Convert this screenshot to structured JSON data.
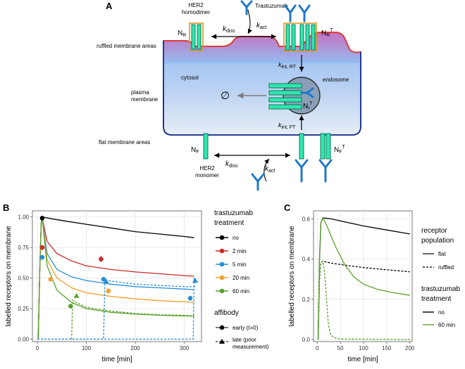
{
  "panel_a": {
    "panel_label": "A",
    "labels": {
      "trastuzumab": "Trastuzumab",
      "homodimer_line1": "HER2",
      "homodimer_line2": "homodimer",
      "ruffled_areas": "ruffled membrane areas",
      "cytosol": "cytosol",
      "plasma_line1": "plasma",
      "plasma_line2": "membrane",
      "endosome": "endosome",
      "flat_areas": "flat membrane areas",
      "monomer_line1": "HER2",
      "monomer_line2": "monomer",
      "degradation": "∅"
    },
    "species": {
      "NR": {
        "base": "N",
        "sub": "R",
        "sup": ""
      },
      "NRT": {
        "base": "N",
        "sub": "R",
        "sup": "T"
      },
      "NIT": {
        "base": "N",
        "sub": "I",
        "sup": "T"
      },
      "NF": {
        "base": "N",
        "sub": "F",
        "sup": ""
      },
      "NFT": {
        "base": "N",
        "sub": "F",
        "sup": "T"
      }
    },
    "rates": {
      "kdiss_top": {
        "base": "k",
        "sub": "diss"
      },
      "kact_top": {
        "base": "k",
        "sub": "act"
      },
      "kint_rt": {
        "base": "k",
        "sub": "int, RT"
      },
      "kint_ft": {
        "base": "k",
        "sub": "int, FT"
      },
      "kdiss_bottom": {
        "base": "k",
        "sub": "diss"
      },
      "kact_bottom": {
        "base": "k",
        "sub": "act"
      }
    },
    "colors": {
      "receptor_fill": "#2ee6b0",
      "receptor_stroke": "#0f7a55",
      "dimer_outline": "#d49a2a",
      "antibody": "#1f78c8",
      "cell_top": "#9fc4f2",
      "cell_bottom": "#dfe9f7",
      "cell_outline": "#1e2f8c",
      "ruffle_outline": "#e03a3a",
      "ruffle_fill": "#c46fc8"
    }
  },
  "panel_b": {
    "panel_label": "B",
    "chart_data": {
      "type": "line",
      "xlabel": "time [min]",
      "ylabel": "labelled receptors on membrane",
      "xlim": [
        -10,
        335
      ],
      "ylim": [
        -0.02,
        1.05
      ],
      "xticks": [
        0,
        100,
        200,
        300
      ],
      "yticks": [
        0.0,
        0.25,
        0.5,
        0.75,
        1.0
      ],
      "ytick_labels": [
        "0.00",
        "0.25",
        "0.50",
        "0.75",
        "1.00"
      ],
      "series": [
        {
          "name": "no",
          "color": "#000000",
          "x": [
            2,
            5,
            8,
            10,
            30,
            60,
            100,
            150,
            200,
            250,
            300,
            320
          ],
          "y": [
            0.0,
            0.55,
            0.95,
            1.0,
            0.985,
            0.965,
            0.94,
            0.91,
            0.88,
            0.86,
            0.84,
            0.83
          ]
        },
        {
          "name": "2 min",
          "color": "#cc2a2a",
          "x": [
            2,
            5,
            8,
            10,
            20,
            40,
            70,
            100,
            150,
            200,
            250,
            300,
            320
          ],
          "y": [
            0.0,
            0.55,
            0.95,
            0.99,
            0.8,
            0.7,
            0.64,
            0.6,
            0.57,
            0.55,
            0.535,
            0.52,
            0.515
          ]
        },
        {
          "name": "5 min",
          "color": "#2a8dd6",
          "x": [
            2,
            5,
            8,
            10,
            20,
            40,
            70,
            100,
            150,
            200,
            250,
            300,
            320
          ],
          "y": [
            0.0,
            0.55,
            0.95,
            0.99,
            0.7,
            0.57,
            0.51,
            0.48,
            0.45,
            0.43,
            0.42,
            0.41,
            0.405
          ]
        },
        {
          "name": "20 min",
          "color": "#f0a030",
          "x": [
            2,
            5,
            8,
            10,
            20,
            40,
            70,
            100,
            150,
            200,
            250,
            300,
            320
          ],
          "y": [
            0.0,
            0.55,
            0.95,
            0.99,
            0.65,
            0.5,
            0.42,
            0.38,
            0.35,
            0.33,
            0.315,
            0.305,
            0.3
          ]
        },
        {
          "name": "60 min",
          "color": "#5aa02c",
          "x": [
            2,
            5,
            8,
            10,
            20,
            40,
            70,
            100,
            150,
            200,
            250,
            300,
            320
          ],
          "y": [
            0.0,
            0.55,
            0.95,
            0.99,
            0.6,
            0.4,
            0.3,
            0.25,
            0.22,
            0.205,
            0.195,
            0.19,
            0.188
          ]
        },
        {
          "name": "5 min late (t=138)",
          "color": "#2a8dd6",
          "dashed": true,
          "x": [
            0,
            135,
            138,
            142,
            160,
            200,
            250,
            300,
            322
          ],
          "y": [
            0.0,
            0.0,
            0.49,
            0.48,
            0.47,
            0.45,
            0.44,
            0.43,
            0.43
          ]
        },
        {
          "name": "5 min late (t=320)",
          "color": "#2a8dd6",
          "dashed": true,
          "x": [
            0,
            318,
            320,
            324,
            328
          ],
          "y": [
            0.0,
            0.0,
            0.5,
            0.48,
            0.47
          ]
        },
        {
          "name": "60 min late (t=70)",
          "color": "#5aa02c",
          "dashed": true,
          "x": [
            70,
            72,
            80,
            100,
            150,
            200,
            250,
            300,
            320
          ],
          "y": [
            0.0,
            0.32,
            0.3,
            0.26,
            0.23,
            0.21,
            0.2,
            0.195,
            0.19
          ]
        }
      ],
      "points": [
        {
          "x": 10,
          "y": 0.99,
          "color": "#000000",
          "shape": "circle",
          "err": 0.02
        },
        {
          "x": 10,
          "y": 0.75,
          "color": "#cc2a2a",
          "shape": "circle",
          "err": 0.02
        },
        {
          "x": 130,
          "y": 0.655,
          "color": "#cc2a2a",
          "shape": "circle",
          "err": 0.025
        },
        {
          "x": 10,
          "y": 0.67,
          "color": "#2a8dd6",
          "shape": "circle",
          "err": 0.02
        },
        {
          "x": 135,
          "y": 0.49,
          "color": "#2a8dd6",
          "shape": "circle",
          "err": 0.015
        },
        {
          "x": 312,
          "y": 0.335,
          "color": "#2a8dd6",
          "shape": "circle",
          "err": 0.02
        },
        {
          "x": 140,
          "y": 0.475,
          "color": "#2a8dd6",
          "shape": "triangle",
          "err": 0.02
        },
        {
          "x": 322,
          "y": 0.48,
          "color": "#2a8dd6",
          "shape": "triangle",
          "err": 0.02
        },
        {
          "x": 27,
          "y": 0.49,
          "color": "#f0a030",
          "shape": "circle",
          "err": 0.015
        },
        {
          "x": 145,
          "y": 0.395,
          "color": "#f0a030",
          "shape": "circle",
          "err": 0.02
        },
        {
          "x": 68,
          "y": 0.27,
          "color": "#5aa02c",
          "shape": "circle",
          "err": 0.015
        },
        {
          "x": 80,
          "y": 0.355,
          "color": "#5aa02c",
          "shape": "triangle",
          "err": 0.015
        }
      ],
      "legend_placement": "right"
    },
    "legend": {
      "title_line1": "trastuzumab",
      "title_line2": "treatment",
      "items": [
        {
          "label": "no",
          "color": "#000000"
        },
        {
          "label": "2 min",
          "color": "#cc2a2a"
        },
        {
          "label": "5 min",
          "color": "#2a8dd6"
        },
        {
          "label": "20 min",
          "color": "#f0a030"
        },
        {
          "label": "60 min",
          "color": "#5aa02c"
        }
      ],
      "affibody_title": "affibody",
      "affibody_items": [
        {
          "label": "early (t=0)",
          "shape": "circle"
        },
        {
          "label": "late (prior",
          "label2": "measurement)",
          "shape": "triangle"
        }
      ]
    }
  },
  "panel_c": {
    "panel_label": "C",
    "chart_data": {
      "type": "line",
      "xlabel": "time [min]",
      "ylabel": "labelled receptors on membrane",
      "xlim": [
        -8,
        205
      ],
      "ylim": [
        -0.01,
        0.64
      ],
      "xticks": [
        0,
        50,
        100,
        150,
        200
      ],
      "yticks": [
        0.0,
        0.2,
        0.4,
        0.6
      ],
      "ytick_labels": [
        "0.0",
        "0.2",
        "0.4",
        "0.6"
      ],
      "series": [
        {
          "name": "no / flat",
          "color": "#000000",
          "dashed": false,
          "x": [
            2,
            5,
            8,
            12,
            30,
            60,
            100,
            150,
            200
          ],
          "y": [
            0.0,
            0.4,
            0.58,
            0.605,
            0.6,
            0.585,
            0.565,
            0.545,
            0.525
          ]
        },
        {
          "name": "no / ruffled",
          "color": "#000000",
          "dashed": true,
          "x": [
            2,
            5,
            8,
            12,
            30,
            60,
            100,
            150,
            200
          ],
          "y": [
            0.0,
            0.3,
            0.38,
            0.39,
            0.38,
            0.37,
            0.358,
            0.347,
            0.337
          ]
        },
        {
          "name": "60 min / flat",
          "color": "#5aa02c",
          "dashed": false,
          "x": [
            2,
            5,
            8,
            12,
            20,
            40,
            60,
            80,
            100,
            130,
            160,
            200
          ],
          "y": [
            0.0,
            0.4,
            0.58,
            0.605,
            0.57,
            0.46,
            0.37,
            0.31,
            0.275,
            0.25,
            0.235,
            0.22
          ]
        },
        {
          "name": "60 min / ruffled",
          "color": "#5aa02c",
          "dashed": true,
          "x": [
            2,
            5,
            8,
            12,
            16,
            20,
            24,
            28,
            35,
            50,
            200
          ],
          "y": [
            0.0,
            0.3,
            0.38,
            0.39,
            0.33,
            0.2,
            0.08,
            0.03,
            0.01,
            0.003,
            0.0
          ]
        }
      ],
      "legend_placement": "right"
    },
    "legend": {
      "pop_title_line1": "receptor",
      "pop_title_line2": "population",
      "pop_items": [
        {
          "label": "flat",
          "dashed": false
        },
        {
          "label": "ruffled",
          "dashed": true
        }
      ],
      "treat_title_line1": "trastuzumab",
      "treat_title_line2": "treatment",
      "treat_items": [
        {
          "label": "no",
          "color": "#000000"
        },
        {
          "label": "60 min",
          "color": "#5aa02c"
        }
      ]
    }
  }
}
